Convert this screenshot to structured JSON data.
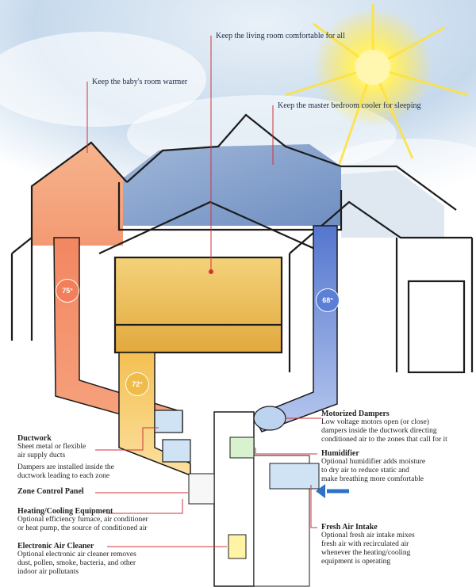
{
  "callouts_top": [
    {
      "id": "living",
      "text": "Keep the living room comfortable for all"
    },
    {
      "id": "baby",
      "text": "Keep the baby's room warmer"
    },
    {
      "id": "master",
      "text": "Keep the master bedroom cooler for sleeping"
    }
  ],
  "temperatures": {
    "baby": "75°",
    "living": "72°",
    "master": "68°"
  },
  "components_left": [
    {
      "id": "ductwork",
      "title": "Ductwork",
      "lines": [
        "Sheet metal or flexible",
        "air supply ducts",
        "Dampers are installed inside the",
        "ductwork leading to each zone"
      ]
    },
    {
      "id": "zone",
      "title": "Zone Control Panel",
      "lines": []
    },
    {
      "id": "heating",
      "title": "Heating/Cooling Equipment",
      "lines": [
        "Optional efficiency furnace, air conditioner",
        "or heat pump, the source of conditioned air"
      ]
    },
    {
      "id": "cleaner",
      "title": "Electronic Air Cleaner",
      "lines": [
        "Optional electronic air cleaner removes",
        "dust, pollen, smoke, bacteria, and other",
        "indoor air pollutants"
      ]
    }
  ],
  "components_right": [
    {
      "id": "dampers",
      "title": "Motorized Dampers",
      "lines": [
        "Low voltage motors open (or close)",
        "dampers inside the ductwork directing",
        "conditioned air to the zones that call for it"
      ]
    },
    {
      "id": "humidifier",
      "title": "Humidifier",
      "lines": [
        "Optional humidifier adds moisture",
        "to dry air to reduce static and",
        "make breathing more comfortable"
      ]
    },
    {
      "id": "intake",
      "title": "Fresh Air Intake",
      "lines": [
        "Optional fresh air intake mixes",
        "fresh air with recirculated air",
        "whenever the heating/cooling",
        "equipment is operating"
      ]
    }
  ],
  "colors": {
    "sky": "#c9dcee",
    "sun": "#ffe23a",
    "warm_duct": "#f07a55",
    "mid_duct": "#f7c85a",
    "cool_duct": "#5a7fd6",
    "leader": "#d0333a",
    "outline": "#1c1c1c"
  }
}
